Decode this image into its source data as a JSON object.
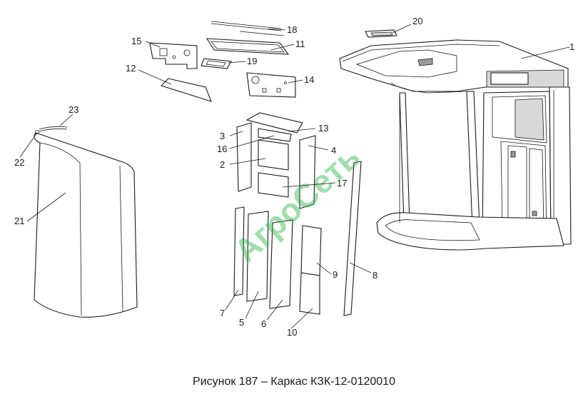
{
  "caption": "Рисунок 187 – Каркас КЗК-12-0120010",
  "watermark": "АгроСеть",
  "callouts": [
    {
      "id": "1",
      "text": "1"
    },
    {
      "id": "2",
      "text": "2"
    },
    {
      "id": "3",
      "text": "3"
    },
    {
      "id": "4",
      "text": "4"
    },
    {
      "id": "5",
      "text": "5"
    },
    {
      "id": "6",
      "text": "6"
    },
    {
      "id": "7",
      "text": "7"
    },
    {
      "id": "8",
      "text": "8"
    },
    {
      "id": "9",
      "text": "9"
    },
    {
      "id": "10",
      "text": "10"
    },
    {
      "id": "11",
      "text": "11"
    },
    {
      "id": "12",
      "text": "12"
    },
    {
      "id": "13",
      "text": "13"
    },
    {
      "id": "14",
      "text": "14"
    },
    {
      "id": "15",
      "text": "15"
    },
    {
      "id": "16",
      "text": "16"
    },
    {
      "id": "17",
      "text": "17"
    },
    {
      "id": "18",
      "text": "18"
    },
    {
      "id": "19",
      "text": "19"
    },
    {
      "id": "20",
      "text": "20"
    },
    {
      "id": "21",
      "text": "21"
    },
    {
      "id": "22",
      "text": "22"
    },
    {
      "id": "23",
      "text": "23"
    }
  ]
}
